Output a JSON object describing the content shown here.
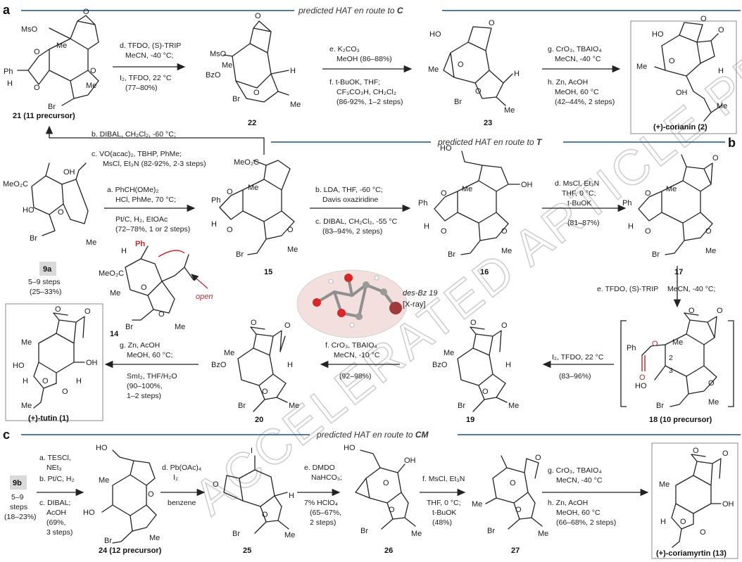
{
  "sections": {
    "a": "a",
    "b": "b",
    "c": "c"
  },
  "hat_labels": {
    "C": {
      "pre": "predicted HAT en route to ",
      "target": "C"
    },
    "T": {
      "pre": "predicted HAT en route to ",
      "target": "T"
    },
    "CM": {
      "pre": "predicted HAT en route to ",
      "target": "CM"
    }
  },
  "compounds": {
    "c21": "21 (11 precursor)",
    "c22": "22",
    "c23": "23",
    "c2": "(+)-corianin (2)",
    "c9a": "9a",
    "c9a_steps": "5–9  steps",
    "c9a_yield": "(25–33%)",
    "c15": "15",
    "c16": "16",
    "c17": "17",
    "c14": "14",
    "c1": "(+)-tutin (1)",
    "c20": "20",
    "c19": "19",
    "c18": "18 (10 precursor)",
    "xray1": "des-Bz 19",
    "xray2": "[X-ray]",
    "c9b": "9b",
    "c9b_steps1": "5–9",
    "c9b_steps2": "steps",
    "c9b_yield": "(18–23%)",
    "c24": "24 (12 precursor)",
    "c25": "25",
    "c26": "26",
    "c27": "27",
    "c13": "(+)-coriamyrtin (13)",
    "open": "open"
  },
  "conditions": {
    "a_d1": "d. TFDO, (S)-TRIP",
    "a_d2": "MeCN, -40 °C;",
    "a_d3": "I₂, TFDO, 22 °C",
    "a_d4": "(77–80%)",
    "a_e1": "e. K₂CO₃",
    "a_e2": "MeOH (86–88%)",
    "a_f1": "f. t-BuOK, THF;",
    "a_f2": "CF₃CO₃H, CH₂Cl₂",
    "a_f3": "(86-92%, 1–2 steps)",
    "a_g1": "g. CrO₃, TBAIO₄",
    "a_g2": "MeCN, -40 °C",
    "a_h1": "h. Zn, AcOH",
    "a_h2": "MeOH, 60 °C",
    "a_h3": "(42–44%, 2 steps)",
    "a_b": "b. DIBAL, CH₂Cl₂, -60 °C;",
    "a_c1": "c. VO(acac)₂, TBHP, PhMe;",
    "a_c2": "MsCl, Et₃N (82-92%, 2-3 steps)",
    "b_a1": "a. PhCH(OMe)₂",
    "b_a2": "HCl, PhMe, 70 °C;",
    "b_a3": "Pt/C, H₂, EtOAc",
    "b_a4": "(72–78%, 1 or 2 steps)",
    "b_b1": "b. LDA, THF, -60 °C;",
    "b_b2": "Davis oxaziridine",
    "b_c1": "c. DIBAL, CH₂Cl₂, -55 °C",
    "b_c2": "(83–94%, 2 steps)",
    "b_d1": "d. MsCl, Et₃N",
    "b_d2": "THF, 0 °C;",
    "b_d3": "t-BuOK",
    "b_d4": "(81–87%)",
    "b_e1": "e. TFDO, (S)-TRIP",
    "b_e2": "MeCN, -40 °C;",
    "b_i1": "I₂, TFDO, 22 °C",
    "b_i2": "(83–96%)",
    "b_f1": "f. CrO₃, TBAIO₄",
    "b_f2": "MeCN, -10 °C",
    "b_f3": "(92–98%)",
    "b_g1": "g. Zn, AcOH",
    "b_g2": "MeOH, 60 °C;",
    "b_g3": "SmI₂, THF/H₂O",
    "b_g4": "(90–100%,",
    "b_g5": "1–2 steps)",
    "c_a1": "a. TESCl,",
    "c_a2": "NEt₃",
    "c_b": "b. Pt/C, H₂",
    "c_c1": "c. DIBAL;",
    "c_c2": "AcOH",
    "c_c3": "(69%,",
    "c_c4": "3 steps)",
    "c_d1": "d. Pb(OAc)₄",
    "c_d2": "I₂",
    "c_d3": "benzene",
    "c_e1": "e. DMDO",
    "c_e2": "NaHCO₃;",
    "c_e3": "7% HClO₄",
    "c_e4": "(65–67%,",
    "c_e5": "2 steps)",
    "c_f1": "f. MsCl, Et₃N",
    "c_f2": "THF, 0 °C;",
    "c_f3": "t-BuOK",
    "c_f4": "(48%)",
    "c_g1": "g. CrO₃, TBAIO₄",
    "c_g2": "MeCN, -40 °C",
    "c_h1": "h. Zn, AcOH",
    "c_h2": "MeOH, 60 °C",
    "c_h3": "(66–68%, 2 steps)"
  },
  "atoms": {
    "Me": "Me",
    "Ph": "Ph",
    "H": "H",
    "O": "O",
    "Br": "Br",
    "OH": "OH",
    "HO": "HO",
    "MsO": "MsO",
    "BzO": "BzO",
    "MeO2C": "MeO₂C",
    "I": "I",
    "n2": "2",
    "n3": "3"
  },
  "watermark": "ACCELERATED ARTICLE PREVIEW",
  "colors": {
    "rule": "#1f4e79",
    "red": "#c0272d",
    "box": "#888888"
  }
}
